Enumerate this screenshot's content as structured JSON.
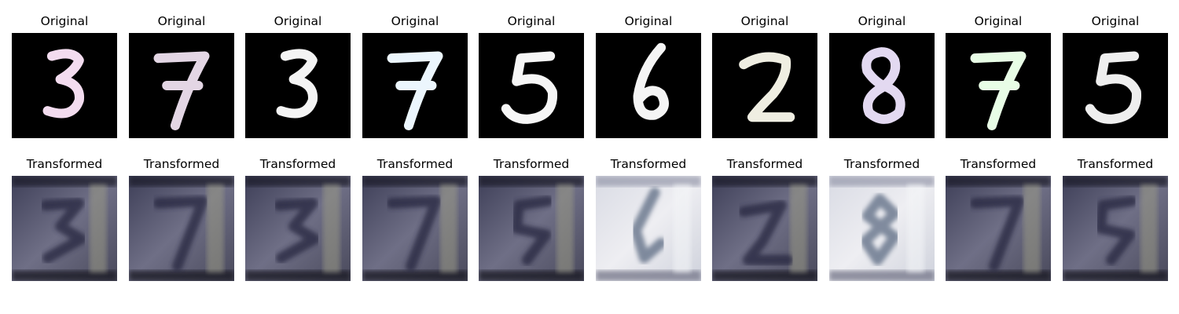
{
  "figure": {
    "original_label": "Original",
    "transformed_label": "Transformed",
    "originals": [
      {
        "digit": "3",
        "stroke_color": "#f3dcef"
      },
      {
        "digit": "7",
        "stroke_color": "#e3d6e4"
      },
      {
        "digit": "3",
        "stroke_color": "#f4f4f4"
      },
      {
        "digit": "7",
        "stroke_color": "#ecf6fd"
      },
      {
        "digit": "5",
        "stroke_color": "#f6f6f6"
      },
      {
        "digit": "6",
        "stroke_color": "#f5f5f5"
      },
      {
        "digit": "2",
        "stroke_color": "#efeee2"
      },
      {
        "digit": "8",
        "stroke_color": "#e3d9f1"
      },
      {
        "digit": "7",
        "stroke_color": "#e8fde6"
      },
      {
        "digit": "5",
        "stroke_color": "#eeeeee"
      }
    ],
    "transformed": [
      {
        "tone": "dark"
      },
      {
        "tone": "dark"
      },
      {
        "tone": "dark"
      },
      {
        "tone": "dark"
      },
      {
        "tone": "dark"
      },
      {
        "tone": "light"
      },
      {
        "tone": "dark"
      },
      {
        "tone": "light"
      },
      {
        "tone": "dark"
      },
      {
        "tone": "dark"
      }
    ]
  }
}
